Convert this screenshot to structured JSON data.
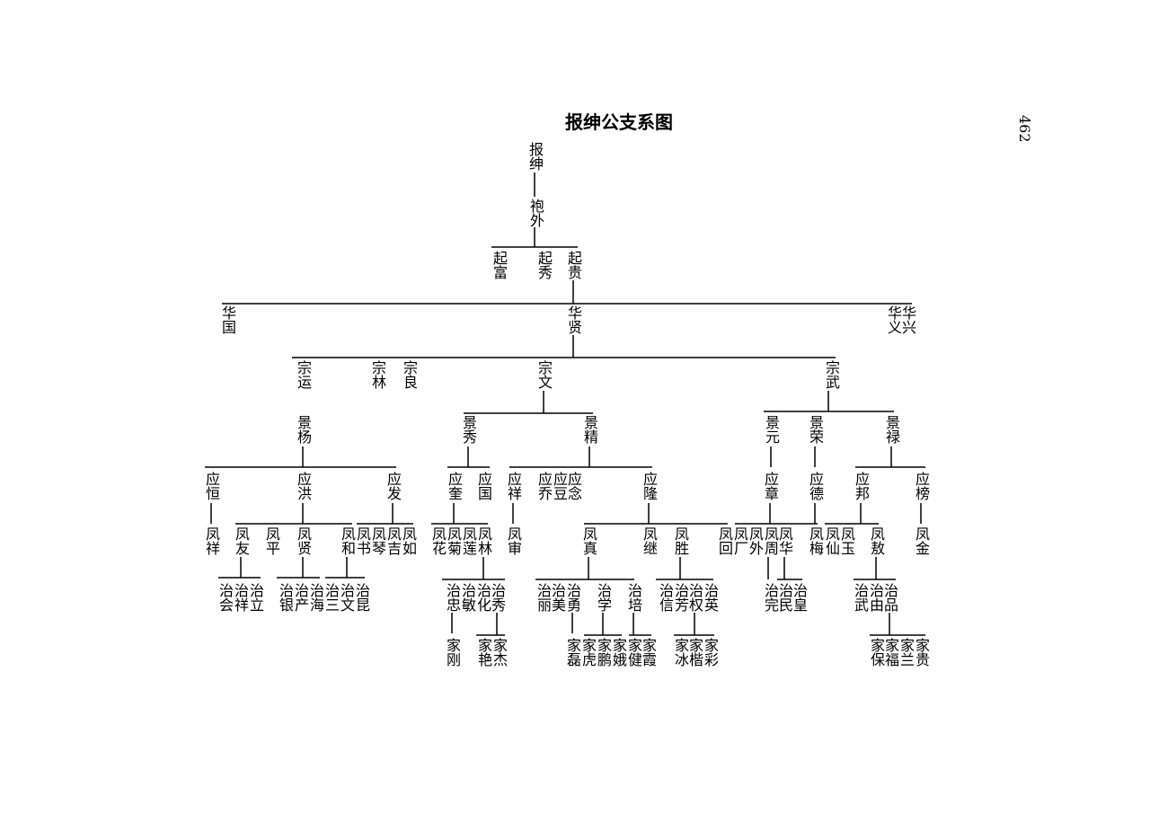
{
  "title": "报绅公支系图",
  "page_number": "462",
  "members": [
    "报绅",
    "袍外",
    "起富",
    "起秀",
    "起贵",
    "华国",
    "华贤",
    "华义",
    "华兴",
    "宗运",
    "宗林",
    "宗良",
    "宗文",
    "宗武",
    "景杨",
    "景秀",
    "景精",
    "景元",
    "景荣",
    "景禄",
    "应恒",
    "应洪",
    "应发",
    "应奎",
    "应国",
    "应祥",
    "应乔",
    "应豆",
    "应念",
    "应隆",
    "应章",
    "应德",
    "应邦",
    "应榜",
    "凤祥",
    "凤友",
    "凤平",
    "凤贤",
    "凤和",
    "凤书",
    "凤琴",
    "凤吉",
    "凤如",
    "凤花",
    "凤菊",
    "凤莲",
    "凤林",
    "凤审",
    "凤真",
    "凤继",
    "凤胜",
    "凤回",
    "凤厂",
    "凤外",
    "凤周",
    "凤华",
    "凤梅",
    "凤仙",
    "凤玉",
    "凤敖",
    "凤金",
    "治会",
    "治祥",
    "治立",
    "治银",
    "治产",
    "治海",
    "治三",
    "治文",
    "治昆",
    "治忠",
    "治敏",
    "治化",
    "治秀",
    "治丽",
    "治美",
    "治勇",
    "治学",
    "治培",
    "治信",
    "治芳",
    "治权",
    "治英",
    "治完",
    "治民",
    "治皇",
    "治武",
    "治由",
    "治品",
    "家刚",
    "家艳",
    "家杰",
    "家磊",
    "家虎",
    "家鹏",
    "家娥",
    "家健",
    "家霞",
    "家冰",
    "家楷",
    "家彩",
    "家保",
    "家福",
    "家兰",
    "家贵"
  ]
}
